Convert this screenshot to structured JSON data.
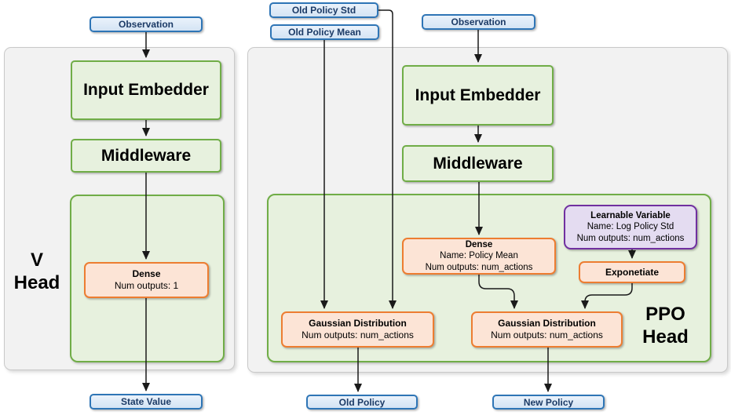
{
  "accent_colors": {
    "blue_border": "#2e75b6",
    "blue_fill": "#dbe8f6",
    "green_border": "#70ad47",
    "green_fill": "#e7f1de",
    "orange_border": "#ed7d31",
    "orange_fill": "#fce4d6",
    "purple_border": "#7030a0",
    "purple_fill": "#e4dcf1",
    "panel_fill": "#f2f2f2",
    "wire_color": "#1a1a1a"
  },
  "v_head": {
    "observation": "Observation",
    "input_embedder": "Input Embedder",
    "middleware": "Middleware",
    "dense_title": "Dense",
    "dense_outputs": "Num outputs: 1",
    "label_line1": "V",
    "label_line2": "Head",
    "state_value": "State Value"
  },
  "ppo_head": {
    "old_policy_std": "Old Policy Std",
    "old_policy_mean": "Old Policy Mean",
    "observation": "Observation",
    "input_embedder": "Input Embedder",
    "middleware": "Middleware",
    "dense_title": "Dense",
    "dense_name": "Name: Policy Mean",
    "dense_outputs": "Num outputs: num_actions",
    "learnable_title": "Learnable Variable",
    "learnable_name": "Name: Log Policy Std",
    "learnable_outputs": "Num outputs: num_actions",
    "exponetiate": "Exponetiate",
    "gaussian_old_title": "Gaussian Distribution",
    "gaussian_old_outputs": "Num outputs: num_actions",
    "gaussian_new_title": "Gaussian Distribution",
    "gaussian_new_outputs": "Num outputs: num_actions",
    "label_line1": "PPO",
    "label_line2": "Head",
    "old_policy": "Old Policy",
    "new_policy": "New Policy"
  }
}
